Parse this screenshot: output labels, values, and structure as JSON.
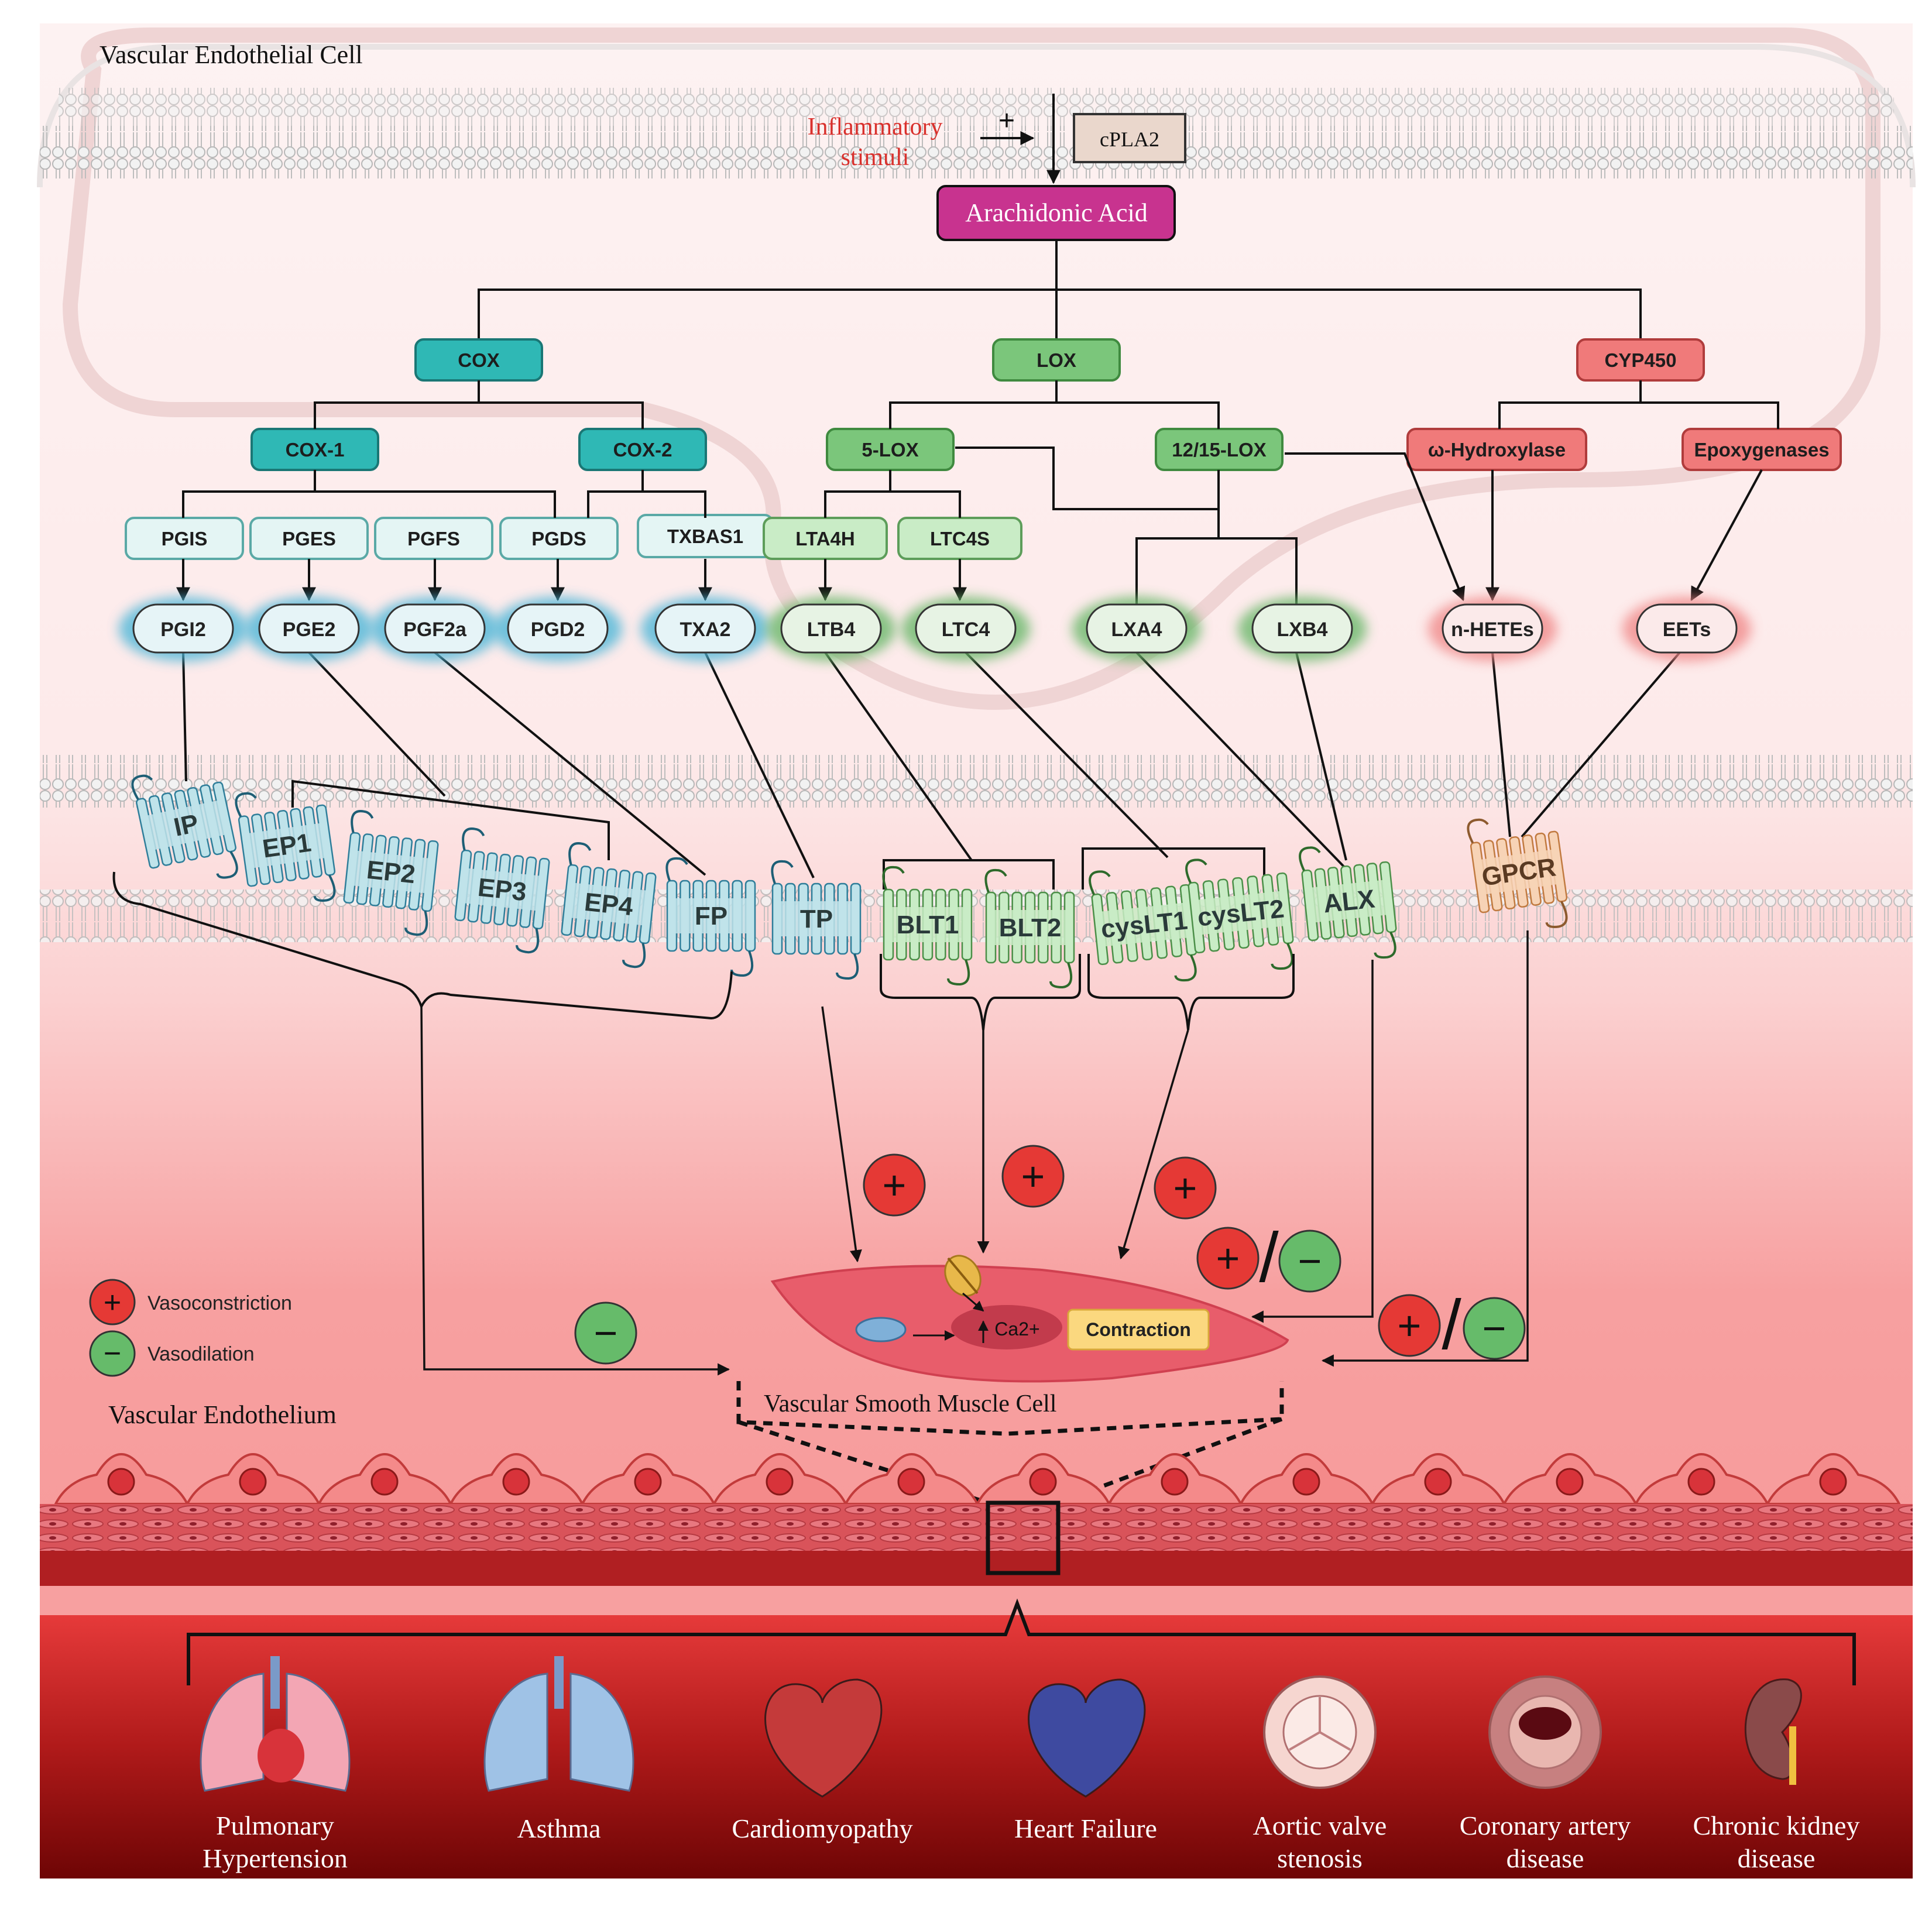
{
  "titles": {
    "endothelial_cell": "Vascular Endothelial Cell",
    "endothelium": "Vascular Endothelium",
    "smooth_muscle_cell": "Vascular Smooth Muscle Cell"
  },
  "top": {
    "stimulus_line1": "Inflammatory",
    "stimulus_line2": "stimuli",
    "plus": "+",
    "cpla2": "cPLA2",
    "arachidonic_acid": "Arachidonic Acid"
  },
  "pathways": {
    "cox": "COX",
    "lox": "LOX",
    "cyp": "CYP450",
    "cox1": "COX-1",
    "cox2": "COX-2",
    "lox5": "5-LOX",
    "lox1215": "12/15-LOX",
    "hydroxylase": "ω-Hydroxylase",
    "epoxygenases": "Epoxygenases"
  },
  "synthases": {
    "pgis": "PGIS",
    "pges": "PGES",
    "pgfs": "PGFS",
    "pgds": "PGDS",
    "txbas1": "TXBAS1",
    "lta4h": "LTA4H",
    "ltc4s": "LTC4S"
  },
  "mediators": {
    "pgi2": "PGI2",
    "pge2": "PGE2",
    "pgf2a": "PGF2a",
    "pgd2": "PGD2",
    "txa2": "TXA2",
    "ltb4": "LTB4",
    "ltc4": "LTC4",
    "lxa4": "LXA4",
    "lxb4": "LXB4",
    "nhetes": "n-HETEs",
    "eets": "EETs"
  },
  "receptors": {
    "ip": "IP",
    "ep1": "EP1",
    "ep2": "EP2",
    "ep3": "EP3",
    "ep4": "EP4",
    "fp": "FP",
    "tp": "TP",
    "blt1": "BLT1",
    "blt2": "BLT2",
    "cyslt1": "cysLT1",
    "cyslt2": "cysLT2",
    "alx": "ALX",
    "gpcr": "GPCR"
  },
  "effects": {
    "plus": "+",
    "minus": "−",
    "slash": "/"
  },
  "smooth_muscle": {
    "ca": "Ca2+",
    "contraction": "Contraction"
  },
  "legend": {
    "vasoconstriction": "Vasoconstriction",
    "vasodilation": "Vasodilation"
  },
  "diseases": {
    "pulmonary_l1": "Pulmonary",
    "pulmonary_l2": "Hypertension",
    "asthma": "Asthma",
    "cardiomyopathy": "Cardiomyopathy",
    "heart_failure": "Heart Failure",
    "aortic_l1": "Aortic valve",
    "aortic_l2": "stenosis",
    "coronary_l1": "Coronary artery",
    "coronary_l2": "disease",
    "ckd_l1": "Chronic kidney",
    "ckd_l2": "disease"
  },
  "colors": {
    "cox": "#2fb8b5",
    "lox": "#7bc67b",
    "cyp": "#f07a7a",
    "magenta": "#c8338f",
    "plus_red": "#e53935",
    "minus_green": "#66bb6a",
    "contraction_yellow": "#fbd87f"
  }
}
